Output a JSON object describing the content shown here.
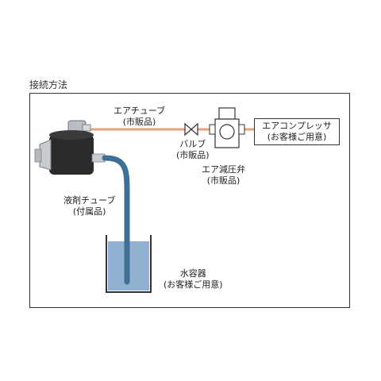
{
  "heading": "接続方法",
  "labels": {
    "air_tube": {
      "line1": "エアチューブ",
      "line2": "(市販品)"
    },
    "valve": {
      "line1": "バルブ",
      "line2": "(市販品)"
    },
    "regulator": {
      "line1": "エア減圧弁",
      "line2": "(市販品)"
    },
    "compressor": {
      "line1": "エアコンプレッサ",
      "line2": "(お客様ご用意)"
    },
    "liquid_tube": {
      "line1": "液剤チューブ",
      "line2": "(付属品)"
    },
    "water_container": {
      "line1": "水容器",
      "line2": "(お客様ご用意)"
    }
  },
  "colors": {
    "air_tube": "#e8a27a",
    "liquid_tube": "#3f6f94",
    "water": "#8fb0d0",
    "nozzle_body": "#2a2a2a",
    "fitting": "#c8ccd0"
  },
  "icons": {
    "nozzle": "spray-nozzle-icon",
    "valve": "valve-icon",
    "regulator": "pressure-regulator-icon",
    "container": "container-icon"
  }
}
